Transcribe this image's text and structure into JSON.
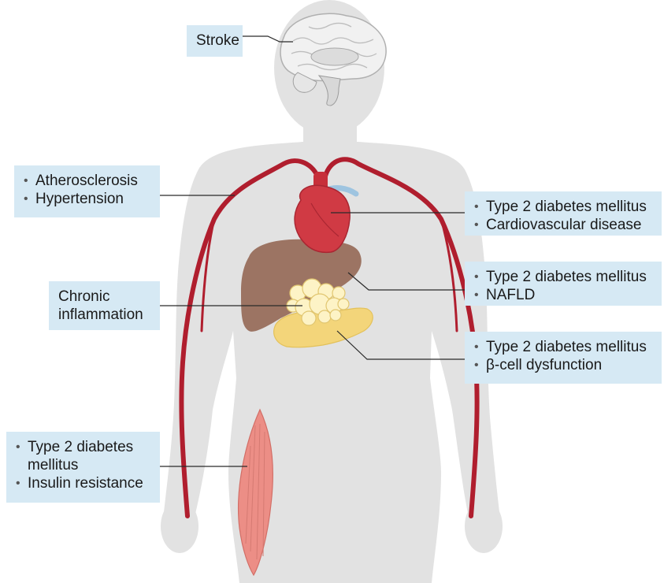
{
  "labels": {
    "stroke": {
      "items": [
        "Stroke"
      ]
    },
    "vascular": {
      "items": [
        "Atherosclerosis",
        "Hypertension"
      ]
    },
    "heart": {
      "items": [
        "Type 2 diabetes mellitus",
        "Cardiovascular disease"
      ]
    },
    "liver": {
      "items": [
        "Type 2 diabetes mellitus",
        "NAFLD"
      ]
    },
    "adipose": {
      "lines": [
        "Chronic",
        "inflammation"
      ]
    },
    "pancreas": {
      "items": [
        "Type 2 diabetes mellitus",
        "β-cell dysfunction"
      ]
    },
    "muscle": {
      "item1_lines": [
        "Type 2 diabetes",
        "mellitus"
      ],
      "item2": "Insulin resistance"
    }
  },
  "colors": {
    "label_bg": "#d6e9f4",
    "body": "#e2e2e2",
    "artery": "#b01e2e",
    "heart": "#d03a44",
    "liver": "#9c7463",
    "pancreas": "#f3d57a",
    "fat": "#fdf3c6",
    "muscle": "#ec8e86",
    "brain": "#f1f1f1"
  }
}
